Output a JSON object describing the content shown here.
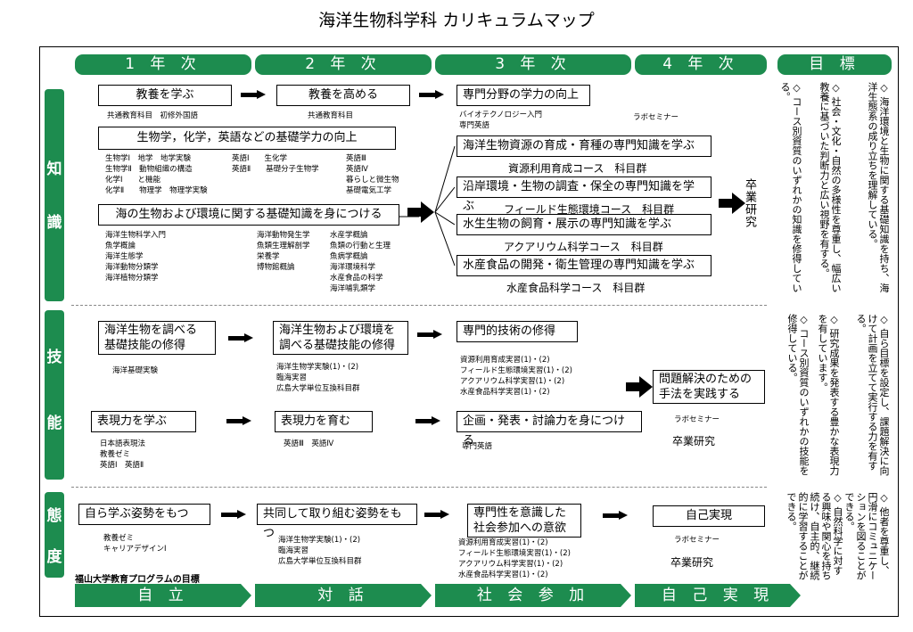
{
  "title": "海洋生物科学科 カリキュラムマップ",
  "headers": {
    "y1": "1 年 次",
    "y2": "2 年 次",
    "y3": "3 年 次",
    "y4": "4 年 次",
    "goal": "目 標"
  },
  "footer": {
    "jiritsu": "自 立",
    "taiwa": "対 話",
    "shakai": "社 会 参 加",
    "jiko": "自 己 実 現",
    "program": "福山大学教育プログラムの目標"
  },
  "side": {
    "chi1": "知",
    "chi2": "識",
    "gi1": "技",
    "gi2": "能",
    "tai1": "態",
    "tai2": "度"
  },
  "knowledge": {
    "b1": "教養を学ぶ",
    "b1_sub": "共通教育科目　初修外国語",
    "b2": "教養を高める",
    "b2_sub": "共通教育科目",
    "b3": "専門分野の学力の向上",
    "b3_sub": "バイオテクノロジー入門\n専門英語",
    "b3_lab": "ラボセミナー",
    "b4": "生物学，化学，英語などの基礎学力の向上",
    "b4_l": "生物学Ⅰ　地学　地学実験\n生物学Ⅱ　動物組織の構造\n化学Ⅰ　　と機能\n化学Ⅱ　　物理学　物理学実験",
    "b4_m": "英語Ⅰ　　生化学\n英語Ⅱ　　基礎分子生物学",
    "b4_r": "英語Ⅲ\n英語Ⅳ\n暮らしと微生物\n基礎電気工学",
    "b5": "海の生物および環境に関する基礎知識を身につける",
    "b5_l": "海洋生物科学入門\n魚学概論\n海洋生態学\n海洋動物分類学\n海洋植物分類学",
    "b5_m": "海洋動物発生学\n魚類生理解剖学\n栄養学\n博物館概論",
    "b5_r": "水産学概論\n魚類の行動と生理\n魚病学概論\n海洋環境科学\n水産食品の科学\n海洋哺乳類学",
    "c1": "海洋生物資源の育成・育種の専門知識を学ぶ",
    "c1_sub": "資源利用育成コース　科目群",
    "c2": "沿岸環境・生物の調査・保全の専門知識を学ぶ",
    "c2_sub": "フィールド生態環境コース　科目群",
    "c3": "水生生物の飼育・展示の専門知識を学ぶ",
    "c3_sub": "アクアリウム科学コース　科目群",
    "c4": "水産食品の開発・衛生管理の専門知識を学ぶ",
    "c4_sub": "水産食品科学コース　科目群",
    "sotsugyo": "卒業研究"
  },
  "skill": {
    "b1": "海洋生物を調べる\n基礎技能の修得",
    "b1_sub": "海洋基礎実験",
    "b2": "海洋生物および環境を\n調べる基礎技能の修得",
    "b2_sub": "海洋生物学実験(1)・(2)\n臨海実習\n広島大学単位互換科目群",
    "b3": "専門的技術の修得",
    "b3_sub": "資源利用育成実習(1)・(2)\nフィールド生態環境実習(1)・(2)\nアクアリウム科学実習(1)・(2)\n水産食品科学実習(1)・(2)",
    "b4": "問題解決のための\n手法を実践する",
    "b4_lab": "ラボセミナー",
    "b4_sotsu": "卒業研究",
    "e1": "表現力を学ぶ",
    "e1_sub": "日本語表現法\n教養ゼミ\n英語Ⅰ　英語Ⅱ",
    "e2": "表現力を育む",
    "e2_sub": "英語Ⅲ　英語Ⅳ",
    "e3": "企画・発表・討論力を身につける",
    "e3_sub": "専門英語"
  },
  "attitude": {
    "b1": "自ら学ぶ姿勢をもつ",
    "b1_sub": "教養ゼミ\nキャリアデザインⅠ",
    "b2": "共同して取り組む姿勢をもつ",
    "b2_sub": "海洋生物学実験(1)・(2)\n臨海実習\n広島大学単位互換科目群",
    "b3": "専門性を意識した\n社会参加への意欲",
    "b3_sub": "資源利用育成実習(1)・(2)\nフィールド生態環境実習(1)・(2)\nアクアリウム科学実習(1)・(2)\n水産食品科学実習(1)・(2)",
    "b4": "自己実現",
    "b4_lab": "ラボセミナー",
    "b4_sotsu": "卒業研究"
  },
  "goals": {
    "k1": "◇ 海洋環境と生物に関する基礎知識を持ち、海洋生態系の成り立ちを理解している。",
    "k2": "◇ 社会・文化・自然の多様性を尊重し、幅広い教養に基づいた判断力と広い視野を有する。",
    "k3": "◇ コース別資質のいずれかの知識を修得している。",
    "s1": "◇ 自ら目標を設定し、課題解決に向けて計画を立てて実行する力を有する。",
    "s2": "◇ 研究成果を発表する豊かな表現力を有しています。",
    "s3": "◇ コース別資質のいずれかの技能を修得している。",
    "a1": "◇ 他者を尊重し、円滑にコミュニケーションを図ることができる。",
    "a2": "◇ 自然科学に対する興味や関心を持ち続け、自主的、継続的に学習することができる。"
  }
}
